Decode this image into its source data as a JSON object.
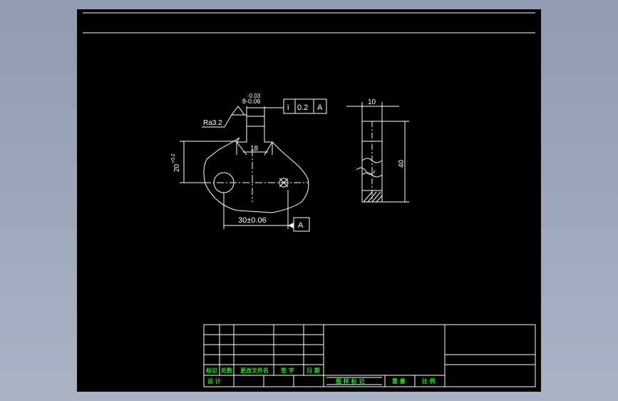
{
  "drawing": {
    "roughness": "Ra3.2",
    "top_tolerance_upper": "-0.03",
    "top_tolerance_lower": "8-0.06",
    "gdt_symbol": "i",
    "gdt_value": "0.2",
    "gdt_datum": "A",
    "dim_width_18": "18",
    "dim_height_20": "20",
    "dim_tol_20": "+0.2",
    "dim_30": "30±0.06",
    "datum_label": "A",
    "dim_10": "10",
    "dim_40": "40"
  },
  "title_block": {
    "headers": [
      "标记",
      "处数",
      "更改文件名",
      "签 字",
      "日 期"
    ],
    "design_label": "设 计",
    "drawing_marks": "图 样 标 记",
    "weight": "重 量",
    "scale": "比 例",
    "label_color": "#2ee02e"
  }
}
